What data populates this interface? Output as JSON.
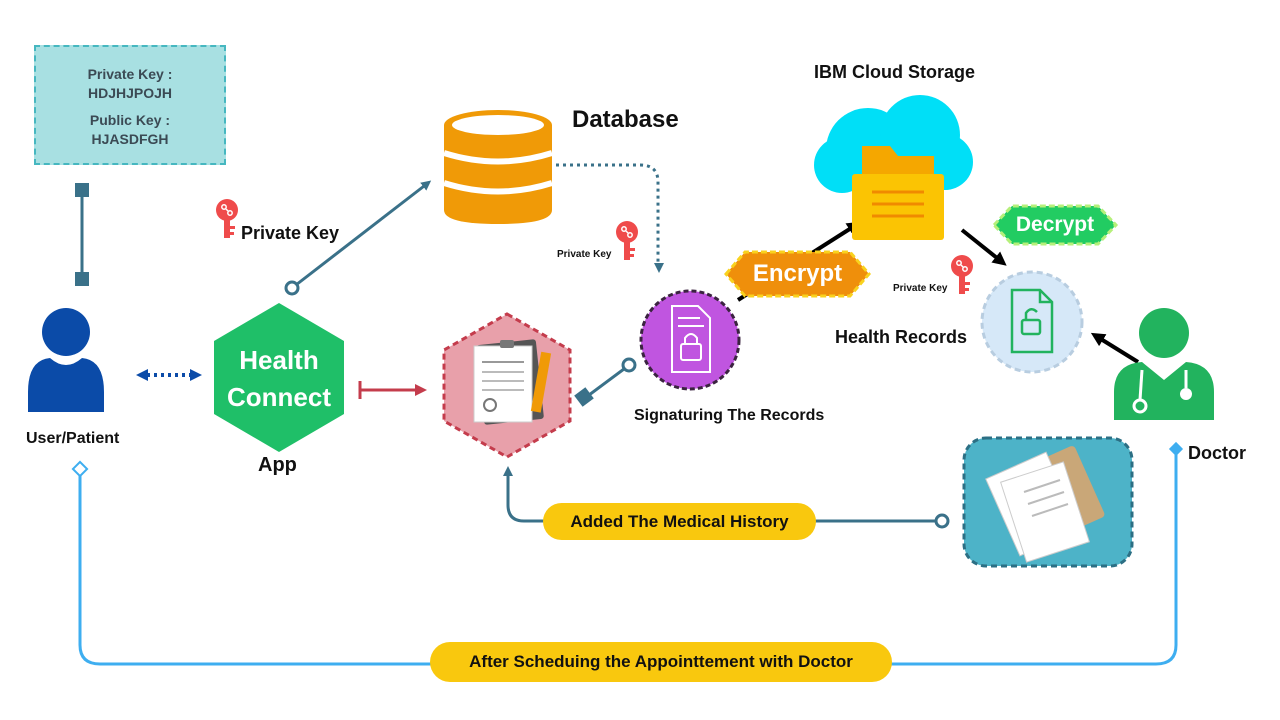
{
  "keys": {
    "private_label": "Private Key :",
    "private_value": "HDJHJPOJH",
    "public_label": "Public Key :",
    "public_value": "HJASDFGH"
  },
  "nodes": {
    "user": "User/Patient",
    "app_line1": "Health",
    "app_line2": "Connect",
    "app_caption": "App",
    "database": "Database",
    "signature": "Signaturing The Records",
    "cloud": "IBM Cloud Storage",
    "health_records": "Health Records",
    "doctor": "Doctor"
  },
  "key_labels": {
    "private_key_large": "Private Key",
    "private_key_db": "Private Key",
    "private_key_records": "Private Key"
  },
  "tags": {
    "encrypt": "Encrypt",
    "decrypt": "Decrypt"
  },
  "pills": {
    "medical_history": "Added The Medical History",
    "appointment": "After Scheduing the Appointtement with Doctor"
  },
  "colors": {
    "teal_line": "#3a7189",
    "user_blue": "#0b4ba8",
    "app_green": "#1fbf68",
    "hex_pink": "#e8a0aa",
    "hex_red": "#c43c4c",
    "db_orange": "#f09a07",
    "purple": "#c055e0",
    "cloud_cyan": "#00dff7",
    "folder_yellow": "#fbc403",
    "encrypt_orange": "#ef8f0b",
    "decrypt_green": "#22cc62",
    "record_circle": "#d6e8f8",
    "doctor_green": "#22b35e",
    "pill_yellow": "#f9c80e",
    "blue_loop": "#3eaef0",
    "key_red": "#ef4b4b"
  }
}
